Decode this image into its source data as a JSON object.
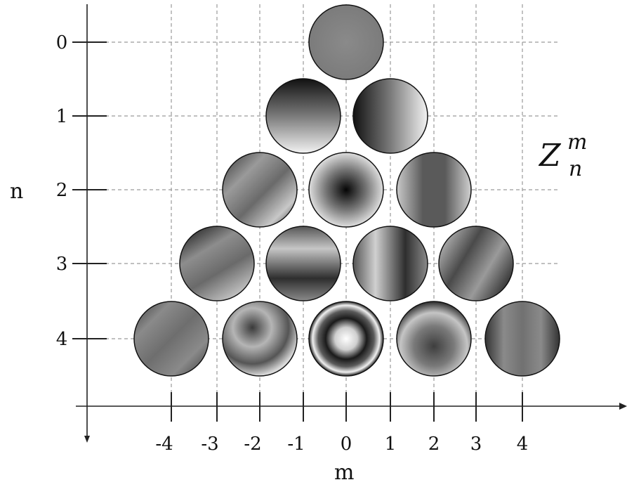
{
  "diagram": {
    "axis_n_label": "n",
    "axis_m_label": "m",
    "n_ticks": [
      "0",
      "1",
      "2",
      "3",
      "4"
    ],
    "m_ticks": [
      "-4",
      "-3",
      "-2",
      "-1",
      "0",
      "1",
      "2",
      "3",
      "4"
    ],
    "symbol": {
      "base": "Z",
      "sup": "m",
      "sub": "n"
    },
    "circles": [
      {
        "n": 0,
        "m": 0
      },
      {
        "n": 1,
        "m": -1
      },
      {
        "n": 1,
        "m": 1
      },
      {
        "n": 2,
        "m": -2
      },
      {
        "n": 2,
        "m": 0
      },
      {
        "n": 2,
        "m": 2
      },
      {
        "n": 3,
        "m": -3
      },
      {
        "n": 3,
        "m": -1
      },
      {
        "n": 3,
        "m": 1
      },
      {
        "n": 3,
        "m": 3
      },
      {
        "n": 4,
        "m": -4
      },
      {
        "n": 4,
        "m": -2
      },
      {
        "n": 4,
        "m": 0
      },
      {
        "n": 4,
        "m": 2
      },
      {
        "n": 4,
        "m": 4
      }
    ]
  }
}
